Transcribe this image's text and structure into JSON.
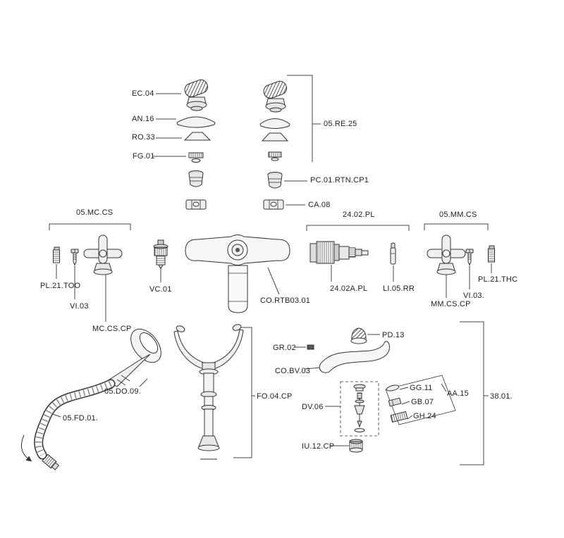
{
  "diagram": {
    "type": "exploded-parts-diagram",
    "background_color": "#ffffff",
    "line_color": "#333333",
    "labels": {
      "ec04": "EC.04",
      "an16": "AN.16",
      "ro33": "RO.33",
      "fg01": "FG.01",
      "re25": "05.RE.25",
      "pc01_rtn_cp1": "PC.01.RTN.CP1",
      "ca08": "CA.08",
      "mc_cs": "05.MC.CS",
      "pl21_too": "PL.21.TOO",
      "vi03_left": "VI.03",
      "mc_cs_cp": "MC.CS.CP",
      "vc01": "VC.01",
      "co_rtb03_01": "CO.RTB03.01",
      "pl_2402": "24.02.PL",
      "pl_2402a": "24.02A.PL",
      "li05_rr": "LI.05.RR",
      "mm_cs": "05.MM.CS",
      "mm_cs_cp": "MM.CS.CP",
      "vi03_right": "VI.03.",
      "pl21_thc": "PL.21.THC",
      "pd13": "PD.13",
      "gr02": "GR.02",
      "co_bv03": "CO.BV.03",
      "do09": "05.DO.09.",
      "fo04_cp": "FO.04.CP",
      "fd01": "05.FD.01.",
      "dv06": "DV.06",
      "gg11": "GG.11",
      "gb07": "GB.07",
      "gh24": "GH.24",
      "aa15": "AA.15",
      "p38_01": "38.01.",
      "iu12_cp": "IU.12.CP"
    }
  }
}
